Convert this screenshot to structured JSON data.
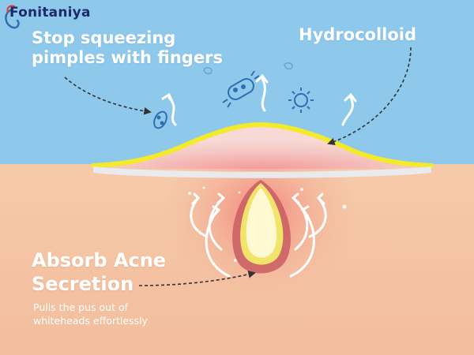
{
  "brand": {
    "name": "Fonitaniya"
  },
  "callouts": {
    "stop_text": "Stop squeezing\npimples with fingers",
    "hydrocolloid_text": "Hydrocolloid",
    "absorb_text": "Absorb Acne\nSecretion",
    "absorb_sub": "Pulls the pus out of\nwhiteheads effortlessly"
  },
  "colors": {
    "sky": "#8ec9ec",
    "skin": "#f4c4a5",
    "patch_outline": "#f2ea2a",
    "brand": "#1f2a6b"
  },
  "icons": [
    "bacteria-icon",
    "virus-icon",
    "germ-icon",
    "upward-arrow-icon",
    "pimple-icon"
  ]
}
